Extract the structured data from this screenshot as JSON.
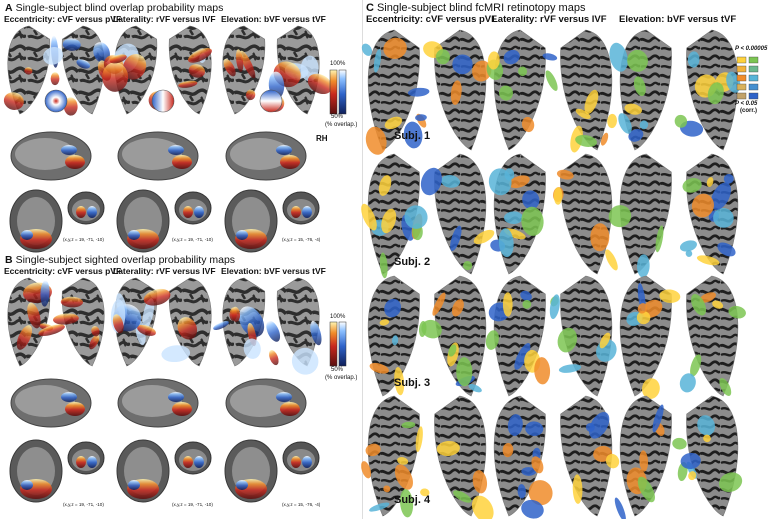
{
  "panels": {
    "A": {
      "letter": "A",
      "title": "Single-subject blind overlap probability maps"
    },
    "B": {
      "letter": "B",
      "title": "Single-subject sighted overlap probability maps"
    },
    "C": {
      "letter": "C",
      "title": "Single-subject blind fcMRI retinotopy maps"
    }
  },
  "columns": [
    "Eccentricity: cVF versus pVF",
    "Laterality: rVF versus lVF",
    "Elevation: bVF versus tVF"
  ],
  "coords_a": [
    "(x,y,z = 19, -71, -10)",
    "(x,y,z = 19, -71, -10)",
    "(x,y,z = 15, -76, -4)"
  ],
  "coords_b": [
    "(x,y,z = 19, -71, -10)",
    "(x,y,z = 19, -71, -10)",
    "(x,y,z = 15, -76, -4)"
  ],
  "hemisphere_label": "RH",
  "overlap_scale": {
    "top": "100%",
    "bottom": "50%",
    "unit": "(% overlap.)"
  },
  "p_scale": {
    "top": "P < 0.00005",
    "bottom": "P < 0.05",
    "unit": "(corr.)"
  },
  "subjects": [
    "Subj. 1",
    "Subj. 2",
    "Subj. 3",
    "Subj. 4"
  ],
  "colors": {
    "cortex_gray": "#8f8f8f",
    "sulci_dark": "#2e2e2e",
    "hot_red": "#c8281e",
    "hot_yellow": "#ffd23c",
    "cold_blue": "#2f63c9",
    "cold_cyan": "#c9e3ff",
    "fc_green": "#7cc552",
    "fc_orange": "#f08c2a"
  }
}
